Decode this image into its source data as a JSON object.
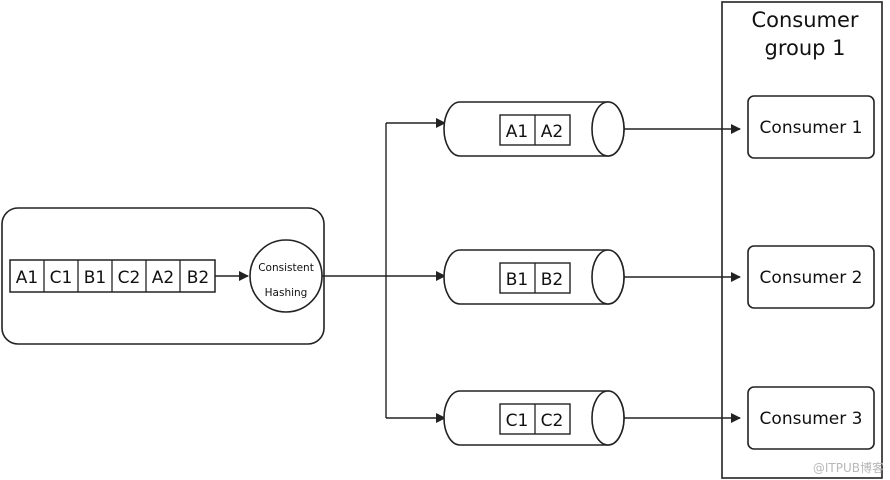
{
  "producer_queue": {
    "items": [
      "A1",
      "C1",
      "B1",
      "C2",
      "A2",
      "B2"
    ]
  },
  "hasher": {
    "line1": "Consistent",
    "line2": "Hashing"
  },
  "partitions": [
    {
      "items": [
        "A1",
        "A2"
      ]
    },
    {
      "items": [
        "B1",
        "B2"
      ]
    },
    {
      "items": [
        "C1",
        "C2"
      ]
    }
  ],
  "consumer_group": {
    "title_line1": "Consumer",
    "title_line2": "group 1",
    "consumers": [
      "Consumer 1",
      "Consumer 2",
      "Consumer 3"
    ]
  },
  "watermark": "@ITPUB博客"
}
